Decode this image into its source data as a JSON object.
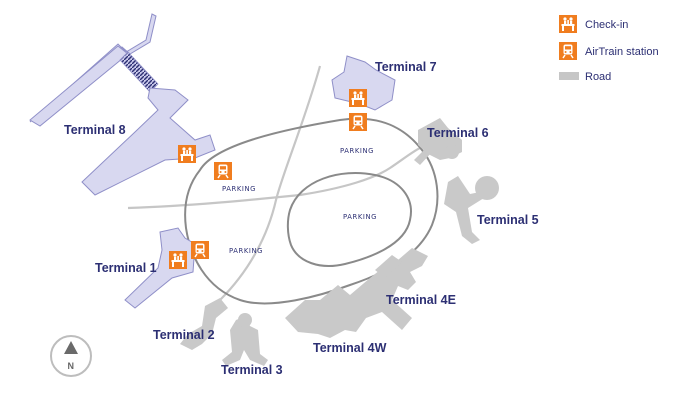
{
  "terminals": {
    "t8": "Terminal 8",
    "t7": "Terminal 7",
    "t6": "Terminal 6",
    "t5": "Terminal 5",
    "t4e": "Terminal 4E",
    "t4w": "Terminal 4W",
    "t3": "Terminal 3",
    "t2": "Terminal 2",
    "t1": "Terminal 1"
  },
  "parking_label": "PARKING",
  "legend": {
    "checkin": "Check-in",
    "airtrain": "AirTrain station",
    "road": "Road"
  },
  "compass": "N",
  "colors": {
    "terminal_fill": "#d8d8f0",
    "terminal_stroke": "#8f8fc8",
    "gray_building": "#c9c9c9",
    "road": "#c4c4c4",
    "loop_road": "#8a8a8a",
    "icon_orange": "#f07d1f",
    "label_navy": "#2c2f73"
  },
  "icons": {
    "checkin": "checkin-icon",
    "airtrain": "airtrain-icon",
    "compass": "north-compass-icon"
  }
}
